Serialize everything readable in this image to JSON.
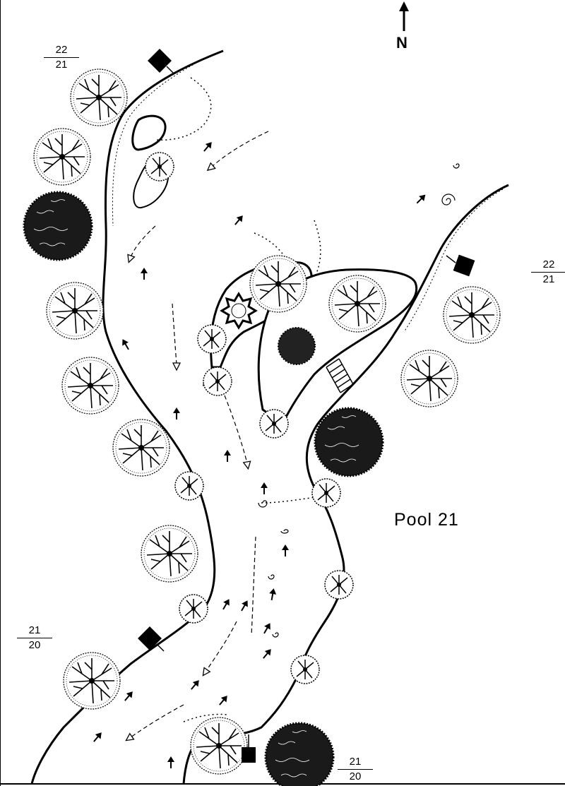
{
  "map": {
    "pool_label": "Pool 21",
    "north_label": "N",
    "section_markers": [
      {
        "id": "upper-left",
        "upper": "22",
        "lower": "21"
      },
      {
        "id": "upper-right",
        "upper": "22",
        "lower": "21"
      },
      {
        "id": "lower-left",
        "upper": "21",
        "lower": "20"
      },
      {
        "id": "lower-right",
        "upper": "21",
        "lower": "20"
      }
    ],
    "colors": {
      "ink": "#000000",
      "paper": "#ffffff"
    },
    "icons": [
      "north-arrow-icon",
      "tree-icon",
      "pool-marker-icon",
      "flow-arrow-icon",
      "bridge-icon",
      "spiral-eddy-icon"
    ]
  }
}
